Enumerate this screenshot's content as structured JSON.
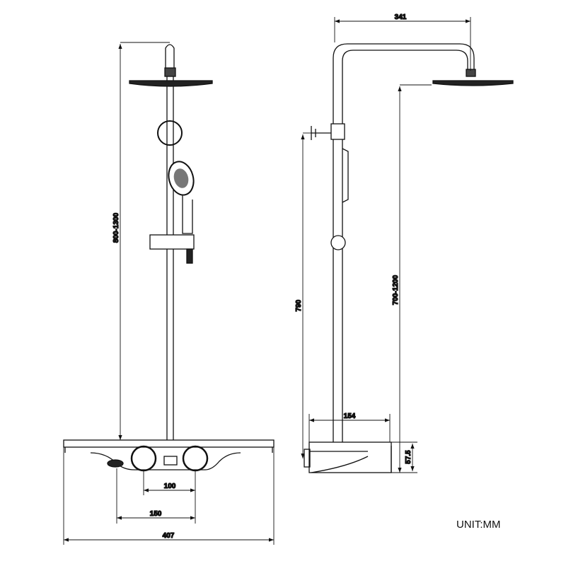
{
  "dimensions": {
    "front_height": "800-1300",
    "valve_spacing_inner": "100",
    "valve_spacing_outer": "150",
    "total_width": "407",
    "arm_reach": "341",
    "side_valve_height": "790",
    "side_head_height": "700-1200",
    "base_depth": "154",
    "base_height": "57.5"
  },
  "unit_label": "UNIT:MM"
}
